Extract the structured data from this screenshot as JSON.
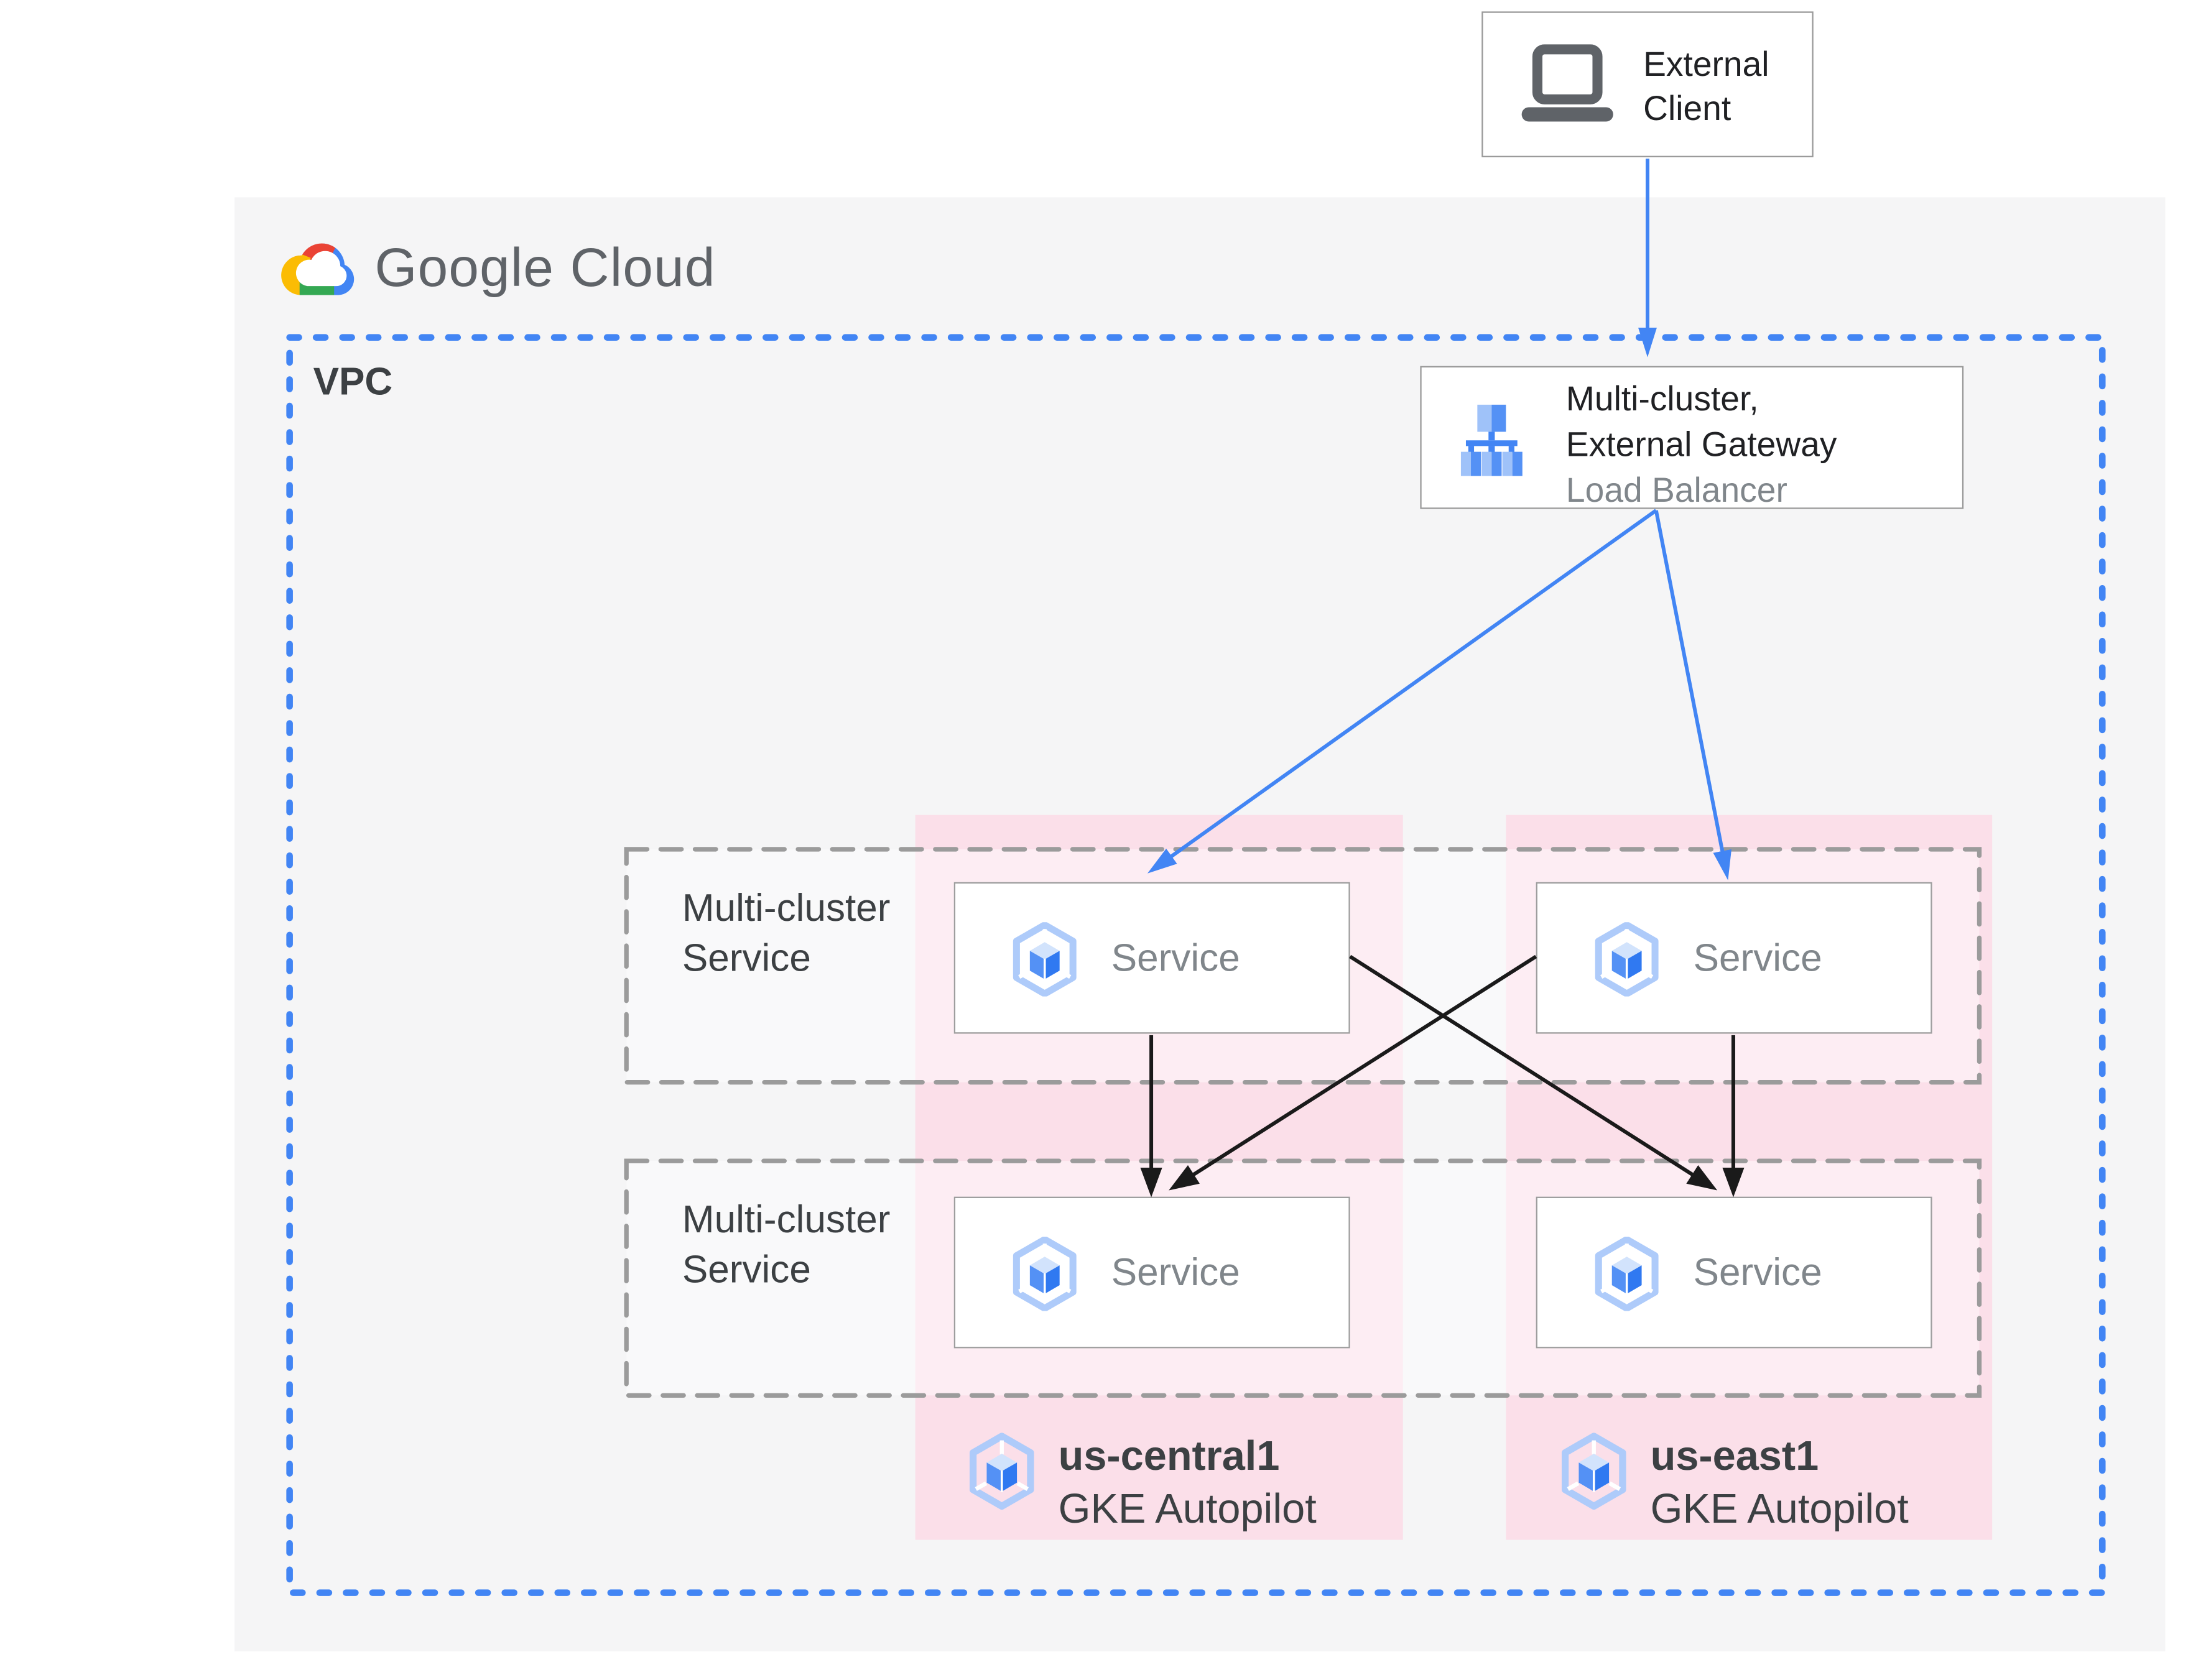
{
  "brand": {
    "wordmark": "Google Cloud"
  },
  "external_client": {
    "lines": [
      "External",
      "Client"
    ]
  },
  "vpc": {
    "label": "VPC"
  },
  "load_balancer": {
    "title_lines": [
      "Multi-cluster,",
      "External Gateway"
    ],
    "subtitle": "Load Balancer"
  },
  "service_groups": [
    {
      "label_lines": [
        "Multi-cluster",
        "Service"
      ]
    },
    {
      "label_lines": [
        "Multi-cluster",
        "Service"
      ]
    }
  ],
  "services": [
    {
      "label": "Service"
    },
    {
      "label": "Service"
    },
    {
      "label": "Service"
    },
    {
      "label": "Service"
    }
  ],
  "clusters": [
    {
      "name": "us-central1",
      "platform": "GKE Autopilot"
    },
    {
      "name": "us-east1",
      "platform": "GKE Autopilot"
    }
  ],
  "colors": {
    "accent_blue": "#4285f4",
    "canvas_gray": "#f5f5f6",
    "cluster_pink": "#fbdfe9",
    "dash_gray": "#9b9b9b",
    "text_dark": "#202124",
    "text_gray": "#80868b",
    "arrow_black": "#1a1a1a",
    "logo_red": "#ea4335",
    "logo_yellow": "#fbbc04",
    "logo_green": "#34a853"
  }
}
